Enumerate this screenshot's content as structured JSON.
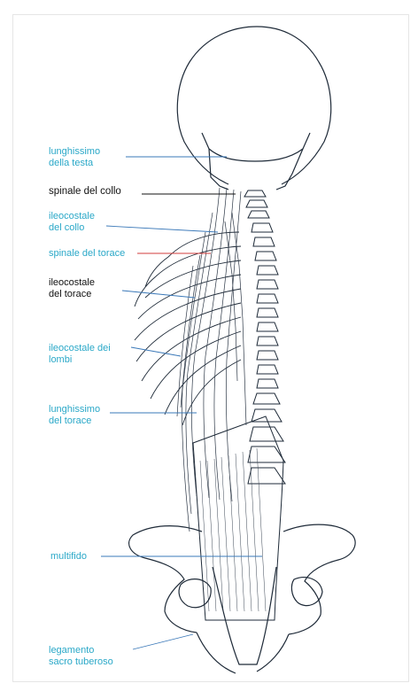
{
  "figure": {
    "labels": {
      "lunghissimo_testa_1": "lunghissimo",
      "lunghissimo_testa_2": "della testa",
      "spinale_collo": "spinale del collo",
      "ileocostale_collo_1": "ileocostale",
      "ileocostale_collo_2": "del collo",
      "spinale_torace": "spinale del torace",
      "ileocostale_torace_1": "ileocostale",
      "ileocostale_torace_2": "del torace",
      "ileocostale_lombi_1": "ileocostale dei",
      "ileocostale_lombi_2": "lombi",
      "lunghissimo_torace_1": "lunghissimo",
      "lunghissimo_torace_2": "del torace",
      "multifido": "multifido",
      "legamento_1": "legamento",
      "legamento_2": "sacro tuberoso"
    },
    "colors": {
      "label_cyan": "#2aa8c8",
      "label_black": "#111111",
      "leader_red": "#d23b3b",
      "leader_blue": "#3a78b8",
      "outline": "#1e2a38"
    }
  }
}
